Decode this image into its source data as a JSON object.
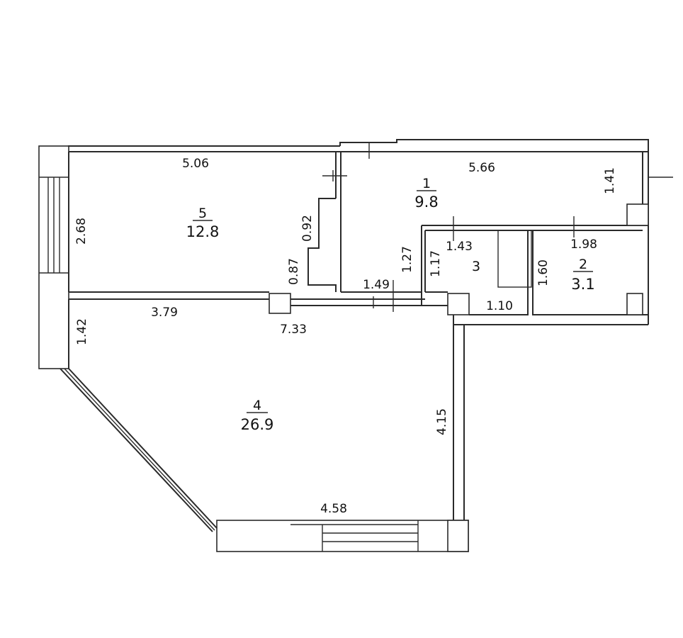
{
  "rooms": [
    {
      "number": "1",
      "area": "9.8"
    },
    {
      "number": "2",
      "area": "3.1"
    },
    {
      "number": "3",
      "area": ""
    },
    {
      "number": "4",
      "area": "26.9"
    },
    {
      "number": "5",
      "area": "12.8"
    }
  ],
  "dimensions": {
    "d_5_06": "5.06",
    "d_5_66": "5.66",
    "d_1_41": "1.41",
    "d_2_68": "2.68",
    "d_0_92": "0.92",
    "d_0_87": "0.87",
    "d_1_27": "1.27",
    "d_1_43": "1.43",
    "d_1_98": "1.98",
    "d_1_17": "1.17",
    "d_1_60": "1.60",
    "d_1_49": "1.49",
    "d_1_10": "1.10",
    "d_3_79": "3.79",
    "d_7_33": "7.33",
    "d_1_42": "1.42",
    "d_4_15": "4.15",
    "d_4_58": "4.58"
  }
}
